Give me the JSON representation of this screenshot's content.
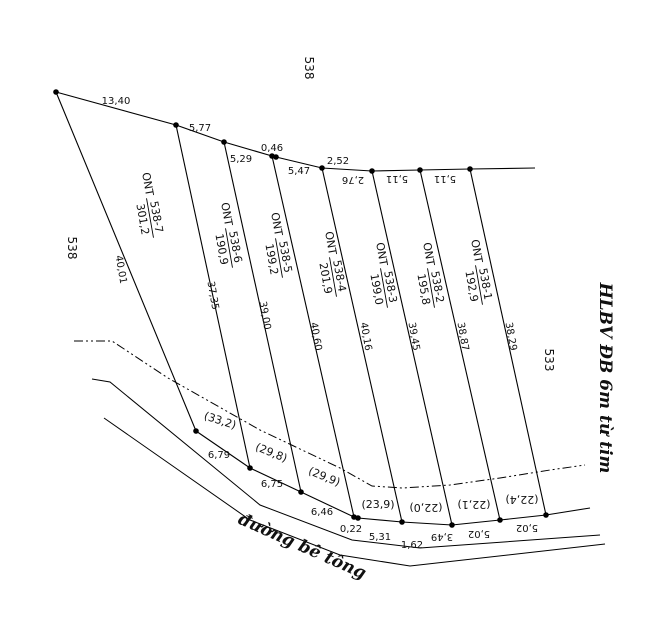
{
  "map": {
    "neighbor_labels": {
      "top": "538",
      "left": "538",
      "right": "533"
    },
    "road_label": "đường bê tông",
    "corridor_label": "HLBV ĐB 6m từ tim",
    "plots": [
      {
        "code": "538-7",
        "prefix": "ONT",
        "area": "301,2",
        "bracket": "(33,2)"
      },
      {
        "code": "538-6",
        "prefix": "ONT",
        "area": "190,9",
        "bracket": "(29,8)"
      },
      {
        "code": "538-5",
        "prefix": "ONT",
        "area": "199,2",
        "bracket": "(29,9)"
      },
      {
        "code": "538-4",
        "prefix": "ONT",
        "area": "201,9",
        "bracket": "(23,9)"
      },
      {
        "code": "538-3",
        "prefix": "ONT",
        "area": "199,0",
        "bracket": "(22,0)"
      },
      {
        "code": "538-2",
        "prefix": "ONT",
        "area": "195,8",
        "bracket": "(22,1)"
      },
      {
        "code": "538-1",
        "prefix": "ONT",
        "area": "192,9",
        "bracket": "(22,4)"
      }
    ],
    "top_edges": [
      "13,40",
      "5,77",
      "0,46",
      "5,29",
      "5,47",
      "2,52",
      "2,76",
      "5,11",
      "5,11"
    ],
    "side_lengths": [
      "40,01",
      "37,35",
      "39,00",
      "40,60",
      "40,16",
      "39,45",
      "38,87",
      "38,29"
    ],
    "bottom_edges": [
      "6,79",
      "6,75",
      "6,46",
      "0,22",
      "5,31",
      "1,62",
      "3,49",
      "5,02",
      "5,02"
    ]
  }
}
